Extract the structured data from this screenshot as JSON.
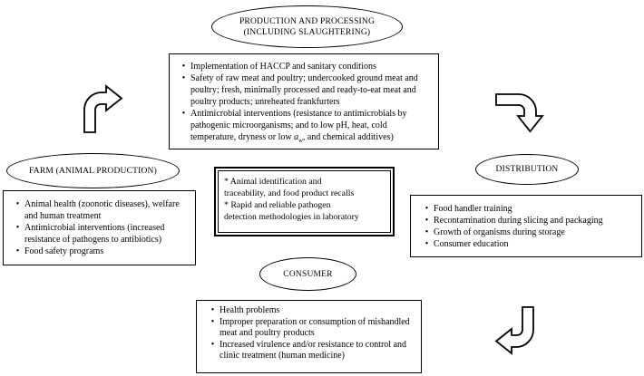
{
  "diagram_title": "",
  "bullet_char": "•",
  "colors": {
    "ink": "#000000",
    "paper": "#ffffff"
  },
  "ovals": {
    "production": {
      "line1": "PRODUCTION AND PROCESSING",
      "line2": "(INCLUDING SLAUGHTERING)"
    },
    "farm": {
      "label": "FARM (ANIMAL PRODUCTION)"
    },
    "distribution": {
      "label": "DISTRIBUTION"
    },
    "consumer": {
      "label": "CONSUMER"
    }
  },
  "boxes": {
    "production": {
      "items": [
        "Implementation of HACCP and sanitary conditions",
        "Safety of raw meat and poultry; undercooked ground meat and poultry; fresh, minimally processed and ready-to-eat meat and poultry products; unreheated frankfurters",
        {
          "pre": "Antimicrobial interventions (resistance to antimicrobials by pathogenic microorganisms; and to low pH, heat, cold temperature, dryness or low ",
          "symbol": "a",
          "sub": "w",
          "post": ", and chemical additives)"
        }
      ]
    },
    "farm": {
      "items": [
        "Animal health (zoonotic diseases), welfare and human treatment",
        "Antimicrobial interventions (increased resistance of pathogens to antibiotics)",
        "Food safety programs"
      ]
    },
    "center": {
      "lines": [
        "* Animal identification and",
        "traceability, and food product recalls",
        "* Rapid and reliable pathogen",
        "detection methodologies in laboratory"
      ]
    },
    "distribution": {
      "items": [
        "Food handler training",
        "Recontamination during slicing and packaging",
        "Growth of organisms during storage",
        "Consumer education"
      ]
    },
    "consumer": {
      "items": [
        "Health problems",
        "Improper preparation or consumption of mishandled meat and poultry products",
        "Increased virulence and/or resistance to control and clinic treatment (human medicine)"
      ]
    }
  },
  "arrows": [
    {
      "name": "farm-to-production",
      "direction": "up-then-right"
    },
    {
      "name": "production-to-distribution",
      "direction": "right-then-down"
    },
    {
      "name": "distribution-to-consumer",
      "direction": "down-then-left"
    }
  ]
}
